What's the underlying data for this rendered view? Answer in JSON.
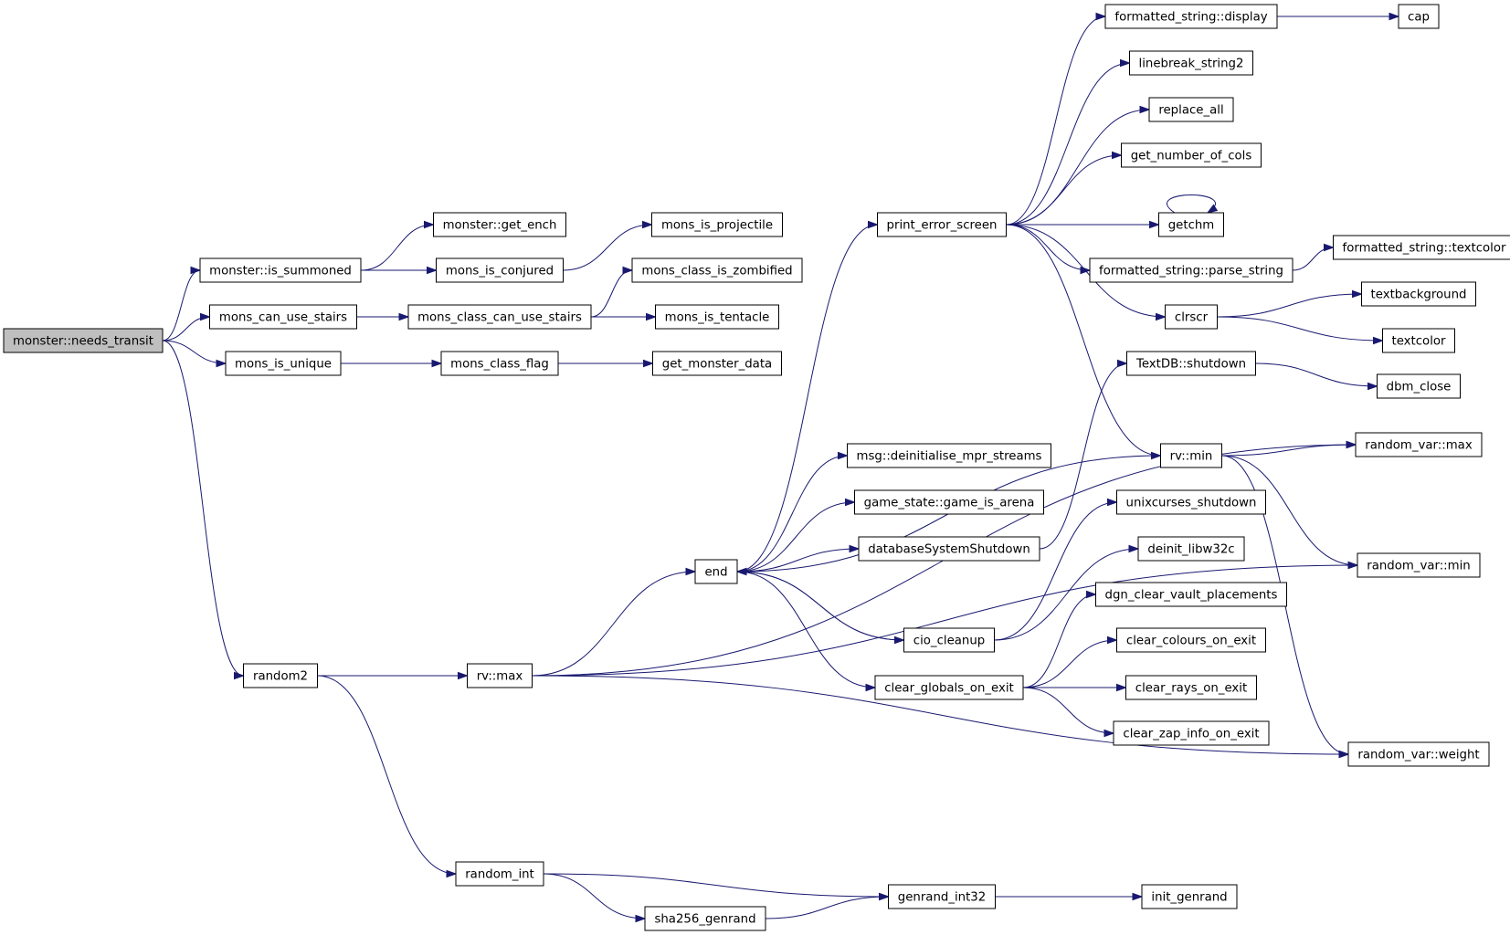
{
  "nodes": [
    {
      "id": "needs_transit",
      "label": "monster::needs_transit",
      "root": true
    },
    {
      "id": "is_summoned",
      "label": "monster::is_summoned"
    },
    {
      "id": "get_ench",
      "label": "monster::get_ench"
    },
    {
      "id": "mons_is_conjured",
      "label": "mons_is_conjured"
    },
    {
      "id": "mons_is_projectile",
      "label": "mons_is_projectile"
    },
    {
      "id": "mons_can_use_stairs",
      "label": "mons_can_use_stairs"
    },
    {
      "id": "mons_class_can_use_stairs",
      "label": "mons_class_can_use_stairs"
    },
    {
      "id": "mons_class_is_zombified",
      "label": "mons_class_is_zombified"
    },
    {
      "id": "mons_is_tentacle",
      "label": "mons_is_tentacle"
    },
    {
      "id": "mons_is_unique",
      "label": "mons_is_unique"
    },
    {
      "id": "mons_class_flag",
      "label": "mons_class_flag"
    },
    {
      "id": "get_monster_data",
      "label": "get_monster_data"
    },
    {
      "id": "random2",
      "label": "random2"
    },
    {
      "id": "rv_max",
      "label": "rv::max"
    },
    {
      "id": "random_int",
      "label": "random_int"
    },
    {
      "id": "sha256_genrand",
      "label": "sha256_genrand"
    },
    {
      "id": "genrand_int32",
      "label": "genrand_int32"
    },
    {
      "id": "init_genrand",
      "label": "init_genrand"
    },
    {
      "id": "end",
      "label": "end"
    },
    {
      "id": "print_error_screen",
      "label": "print_error_screen"
    },
    {
      "id": "msg_deinit",
      "label": "msg::deinitialise_mpr_streams"
    },
    {
      "id": "game_is_arena",
      "label": "game_state::game_is_arena"
    },
    {
      "id": "db_shutdown",
      "label": "databaseSystemShutdown"
    },
    {
      "id": "cio_cleanup",
      "label": "cio_cleanup"
    },
    {
      "id": "clear_globals",
      "label": "clear_globals_on_exit"
    },
    {
      "id": "fs_display",
      "label": "formatted_string::display"
    },
    {
      "id": "cap",
      "label": "cap"
    },
    {
      "id": "linebreak",
      "label": "linebreak_string2"
    },
    {
      "id": "replace_all",
      "label": "replace_all"
    },
    {
      "id": "get_cols",
      "label": "get_number_of_cols"
    },
    {
      "id": "getchm",
      "label": "getchm"
    },
    {
      "id": "fs_parse",
      "label": "formatted_string::parse_string"
    },
    {
      "id": "fs_textcolor",
      "label": "formatted_string::textcolor"
    },
    {
      "id": "clrscr",
      "label": "clrscr"
    },
    {
      "id": "textbackground",
      "label": "textbackground"
    },
    {
      "id": "textcolor",
      "label": "textcolor"
    },
    {
      "id": "textdb_shutdown",
      "label": "TextDB::shutdown"
    },
    {
      "id": "dbm_close",
      "label": "dbm_close"
    },
    {
      "id": "rv_min",
      "label": "rv::min"
    },
    {
      "id": "random_var_max",
      "label": "random_var::max"
    },
    {
      "id": "random_var_min",
      "label": "random_var::min"
    },
    {
      "id": "random_var_weight",
      "label": "random_var::weight"
    },
    {
      "id": "unixcurses_shutdown",
      "label": "unixcurses_shutdown"
    },
    {
      "id": "deinit_libw32c",
      "label": "deinit_libw32c"
    },
    {
      "id": "dgn_clear",
      "label": "dgn_clear_vault_placements"
    },
    {
      "id": "clear_colours",
      "label": "clear_colours_on_exit"
    },
    {
      "id": "clear_rays",
      "label": "clear_rays_on_exit"
    },
    {
      "id": "clear_zap",
      "label": "clear_zap_info_on_exit"
    }
  ],
  "edges": [
    [
      "needs_transit",
      "is_summoned"
    ],
    [
      "needs_transit",
      "mons_can_use_stairs"
    ],
    [
      "needs_transit",
      "mons_is_unique"
    ],
    [
      "needs_transit",
      "random2"
    ],
    [
      "is_summoned",
      "get_ench"
    ],
    [
      "is_summoned",
      "mons_is_conjured"
    ],
    [
      "mons_is_conjured",
      "mons_is_projectile"
    ],
    [
      "mons_can_use_stairs",
      "mons_class_can_use_stairs"
    ],
    [
      "mons_class_can_use_stairs",
      "mons_class_is_zombified"
    ],
    [
      "mons_class_can_use_stairs",
      "mons_is_tentacle"
    ],
    [
      "mons_is_unique",
      "mons_class_flag"
    ],
    [
      "mons_class_flag",
      "get_monster_data"
    ],
    [
      "random2",
      "rv_max"
    ],
    [
      "random2",
      "random_int"
    ],
    [
      "rv_max",
      "end"
    ],
    [
      "rv_max",
      "random_var_max"
    ],
    [
      "rv_max",
      "random_var_min"
    ],
    [
      "rv_max",
      "random_var_weight"
    ],
    [
      "random_int",
      "genrand_int32"
    ],
    [
      "random_int",
      "sha256_genrand"
    ],
    [
      "sha256_genrand",
      "genrand_int32"
    ],
    [
      "genrand_int32",
      "init_genrand"
    ],
    [
      "end",
      "print_error_screen"
    ],
    [
      "end",
      "msg_deinit"
    ],
    [
      "end",
      "game_is_arena"
    ],
    [
      "end",
      "db_shutdown"
    ],
    [
      "end",
      "cio_cleanup"
    ],
    [
      "end",
      "clear_globals"
    ],
    [
      "print_error_screen",
      "fs_display"
    ],
    [
      "print_error_screen",
      "linebreak"
    ],
    [
      "print_error_screen",
      "replace_all"
    ],
    [
      "print_error_screen",
      "get_cols"
    ],
    [
      "print_error_screen",
      "getchm"
    ],
    [
      "print_error_screen",
      "fs_parse"
    ],
    [
      "print_error_screen",
      "clrscr"
    ],
    [
      "print_error_screen",
      "rv_min"
    ],
    [
      "fs_display",
      "cap"
    ],
    [
      "getchm",
      "getchm"
    ],
    [
      "fs_parse",
      "fs_textcolor"
    ],
    [
      "clrscr",
      "textbackground"
    ],
    [
      "clrscr",
      "textcolor"
    ],
    [
      "db_shutdown",
      "textdb_shutdown"
    ],
    [
      "textdb_shutdown",
      "dbm_close"
    ],
    [
      "cio_cleanup",
      "end"
    ],
    [
      "cio_cleanup",
      "unixcurses_shutdown"
    ],
    [
      "cio_cleanup",
      "deinit_libw32c"
    ],
    [
      "rv_min",
      "end"
    ],
    [
      "rv_min",
      "random_var_max"
    ],
    [
      "rv_min",
      "random_var_min"
    ],
    [
      "rv_min",
      "random_var_weight"
    ],
    [
      "clear_globals",
      "dgn_clear"
    ],
    [
      "clear_globals",
      "clear_colours"
    ],
    [
      "clear_globals",
      "clear_rays"
    ],
    [
      "clear_globals",
      "clear_zap"
    ]
  ]
}
